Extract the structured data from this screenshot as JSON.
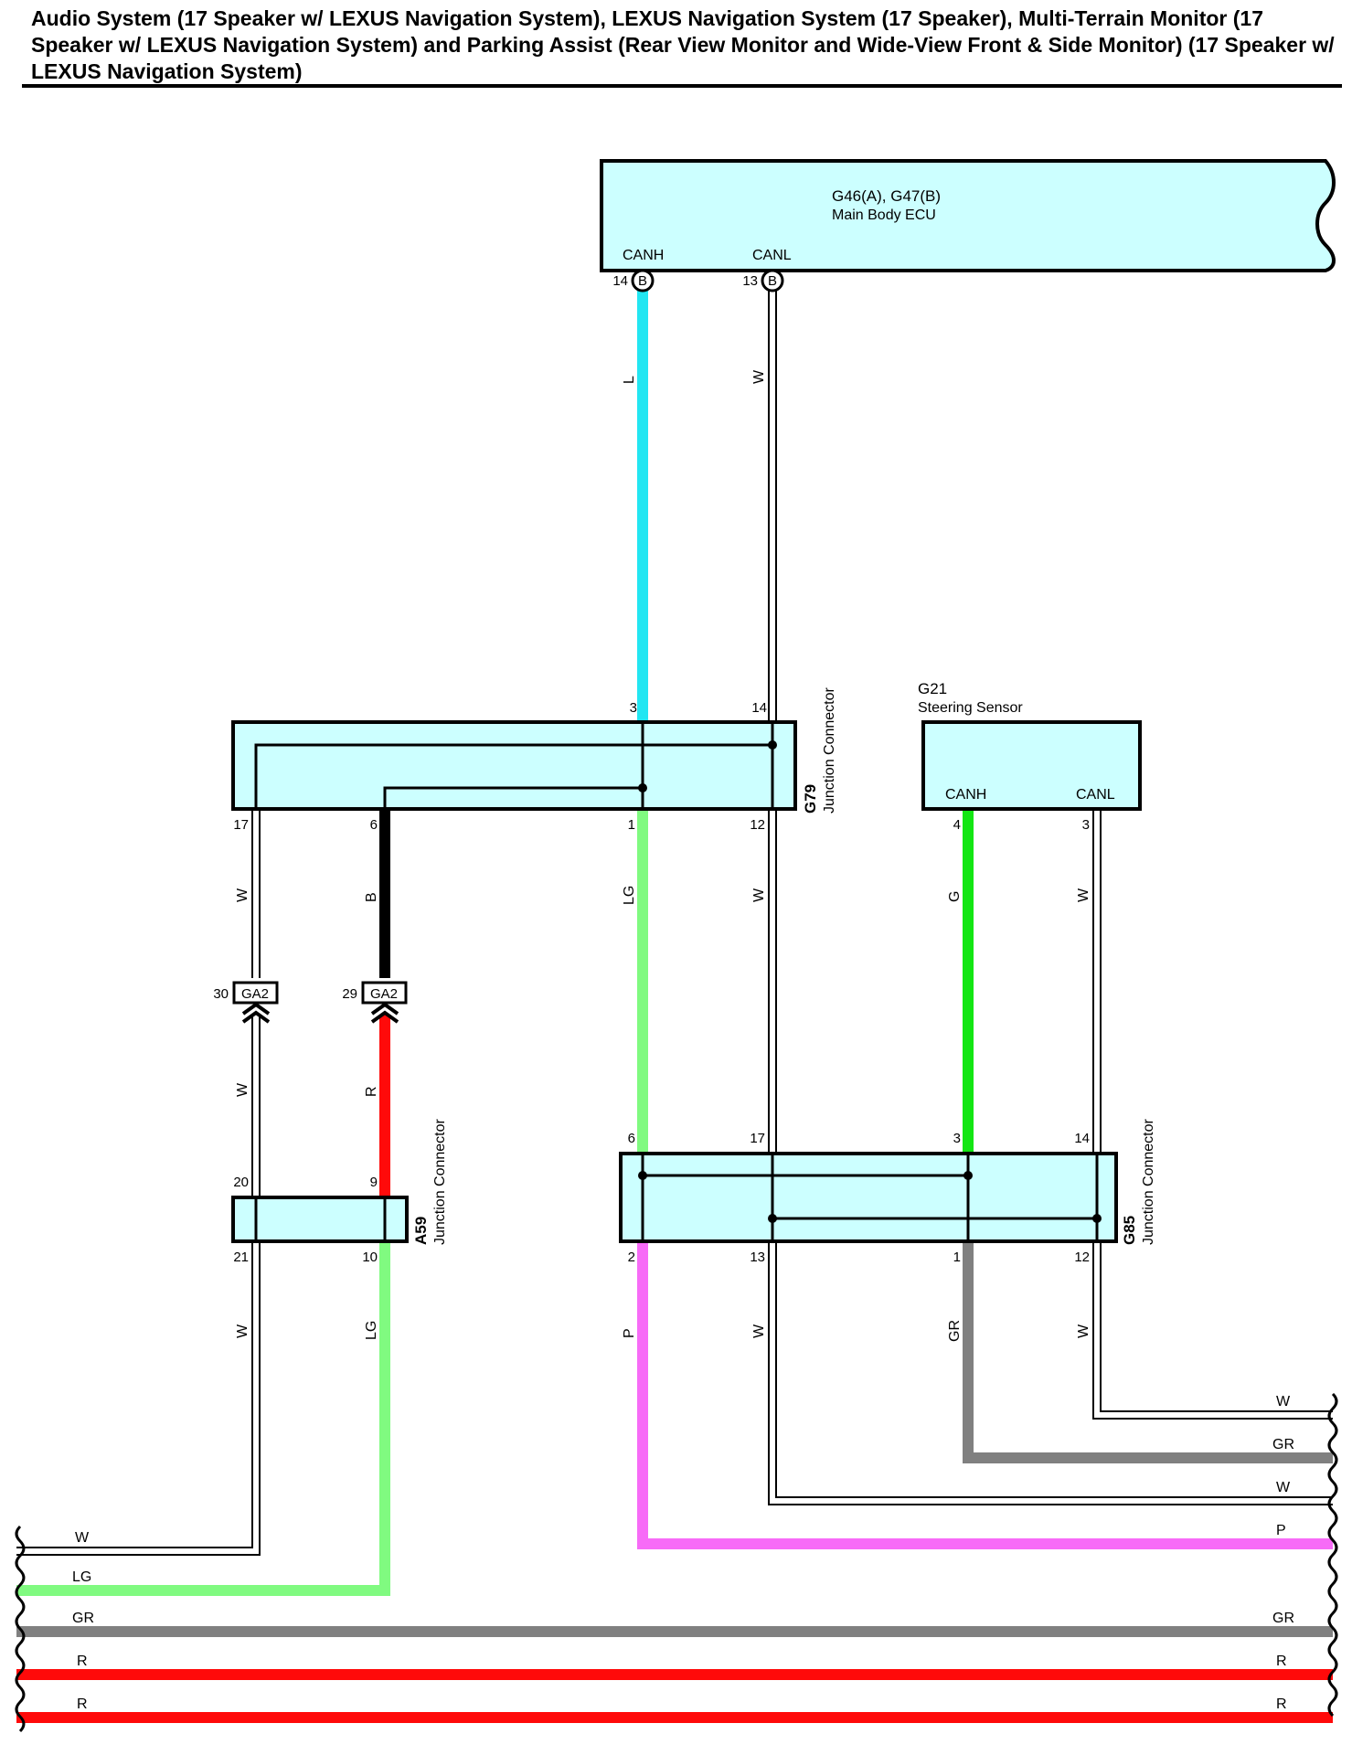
{
  "title": "Audio System (17 Speaker w/ LEXUS Navigation System), LEXUS Navigation System (17 Speaker), Multi-Terrain Monitor (17 Speaker w/ LEXUS Navigation System) and Parking Assist (Rear View Monitor and Wide-View Front & Side Monitor) (17 Speaker w/ LEXUS Navigation System)",
  "colors": {
    "box_fill": "#ccffff",
    "L": "#22e6f2",
    "LG": "#80fa80",
    "G": "#13e613",
    "B": "#000000",
    "R": "#ff0a0a",
    "P": "#f76bf7",
    "GR": "#808080",
    "W": "#ffffff"
  },
  "ecu": {
    "code": "G46(A), G47(B)",
    "name": "Main Body ECU",
    "canh": "CANH",
    "canl": "CANL",
    "pin_canh": "14",
    "pin_canl": "13",
    "conn_letter": "B"
  },
  "g79": {
    "code": "G79",
    "name": "Junction Connector",
    "pins": {
      "p3": "3",
      "p14": "14",
      "p17": "17",
      "p6": "6",
      "p1": "1",
      "p12": "12"
    }
  },
  "g21": {
    "code": "G21",
    "name": "Steering Sensor",
    "canh": "CANH",
    "canl": "CANL",
    "pin_canh": "4",
    "pin_canl": "3"
  },
  "ga2": {
    "label": "GA2",
    "pin_a": "30",
    "pin_b": "29"
  },
  "a59": {
    "code": "A59",
    "name": "Junction Connector",
    "pins": {
      "p20": "20",
      "p9": "9",
      "p21": "21",
      "p10": "10"
    }
  },
  "g85": {
    "code": "G85",
    "name": "Junction Connector",
    "pins": {
      "p6": "6",
      "p17": "17",
      "p3": "3",
      "p14": "14",
      "p2": "2",
      "p13": "13",
      "p1": "1",
      "p12": "12"
    }
  },
  "wire_labels": {
    "ecu_canh": "L",
    "ecu_canl": "W",
    "g79_17": "W",
    "g79_6": "B",
    "g79_1": "LG",
    "g79_12": "W",
    "g21_canh": "G",
    "g21_canl": "W",
    "ga2_30": "W",
    "ga2_29": "R",
    "a59_21": "W",
    "a59_10": "LG",
    "g85_2": "P",
    "g85_13": "W",
    "g85_1": "GR",
    "g85_12": "W"
  },
  "bus_labels": {
    "right_w1": "W",
    "right_gr": "GR",
    "right_w2": "W",
    "right_p": "P",
    "left_w": "W",
    "left_lg": "LG",
    "gr_left": "GR",
    "gr_right": "GR",
    "r1_left": "R",
    "r1_right": "R",
    "r2_left": "R",
    "r2_right": "R"
  }
}
